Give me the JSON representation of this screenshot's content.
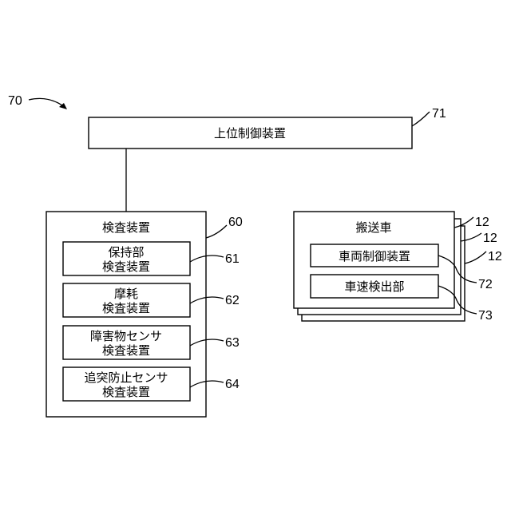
{
  "diagram": {
    "system_ref": "70",
    "host_controller": {
      "label": "上位制御装置",
      "ref": "71"
    },
    "inspection_device": {
      "title": "検査装置",
      "ref": "60",
      "modules": [
        {
          "line1": "保持部",
          "line2": "検査装置",
          "ref": "61"
        },
        {
          "line1": "摩耗",
          "line2": "検査装置",
          "ref": "62"
        },
        {
          "line1": "障害物センサ",
          "line2": "検査装置",
          "ref": "63"
        },
        {
          "line1": "追突防止センサ",
          "line2": "検査装置",
          "ref": "64"
        }
      ]
    },
    "transport_vehicle": {
      "title": "搬送車",
      "refs": [
        "12",
        "12",
        "12"
      ],
      "modules": [
        {
          "label": "車両制御装置",
          "ref": "72"
        },
        {
          "label": "車速検出部",
          "ref": "73"
        }
      ]
    }
  }
}
